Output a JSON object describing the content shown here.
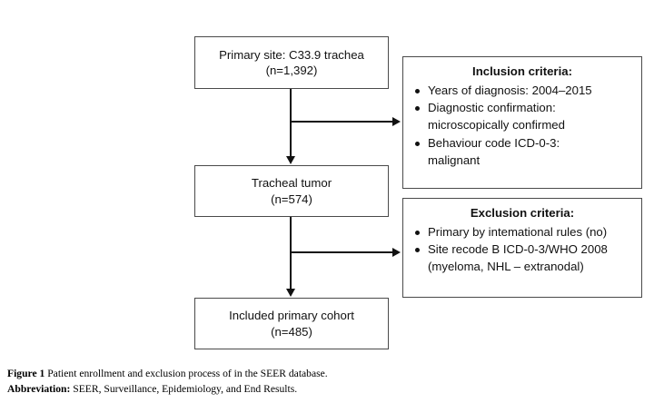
{
  "figure": {
    "type": "flowchart",
    "nodes": [
      {
        "id": "primary-site",
        "line1": "Primary site: C33.9 trachea",
        "line2": "(n=1,392)",
        "count": 1392
      },
      {
        "id": "tracheal-tumor",
        "line1": "Tracheal tumor",
        "line2": "(n=574)",
        "count": 574
      },
      {
        "id": "included-cohort",
        "line1": "Included primary cohort",
        "line2": "(n=485)",
        "count": 485
      }
    ],
    "inclusion": {
      "title": "Inclusion criteria:",
      "items": [
        {
          "line1": "Years of diagnosis: 2004–2015",
          "line2": ""
        },
        {
          "line1": "Diagnostic confirmation:",
          "line2": "microscopically confirmed"
        },
        {
          "line1": "Behaviour code ICD-0-3:",
          "line2": "malignant"
        }
      ]
    },
    "exclusion": {
      "title": "Exclusion criteria:",
      "items": [
        {
          "line1": "Primary by intemational rules (no)",
          "line2": ""
        },
        {
          "line1": "Site recode B ICD-0-3/WHO 2008",
          "line2": "(myeloma, NHL – extranodal)"
        }
      ]
    },
    "connectors": [
      {
        "id": "primary-to-tracheal",
        "kind": "arrow-down"
      },
      {
        "id": "primary-to-inclusion",
        "kind": "arrow-right"
      },
      {
        "id": "tracheal-to-included",
        "kind": "arrow-down"
      },
      {
        "id": "tracheal-to-exclusion",
        "kind": "arrow-right"
      }
    ],
    "colors": {
      "box_border": "#4a4a4a",
      "connector": "#111111",
      "text": "#111111",
      "background": "#ffffff"
    }
  },
  "caption": {
    "figure_label": "Figure 1",
    "figure_text": "Patient enrollment and exclusion process of in the SEER database.",
    "abbrev_label": "Abbreviation:",
    "abbrev_text": "SEER, Surveillance, Epidemiology, and End Results."
  }
}
